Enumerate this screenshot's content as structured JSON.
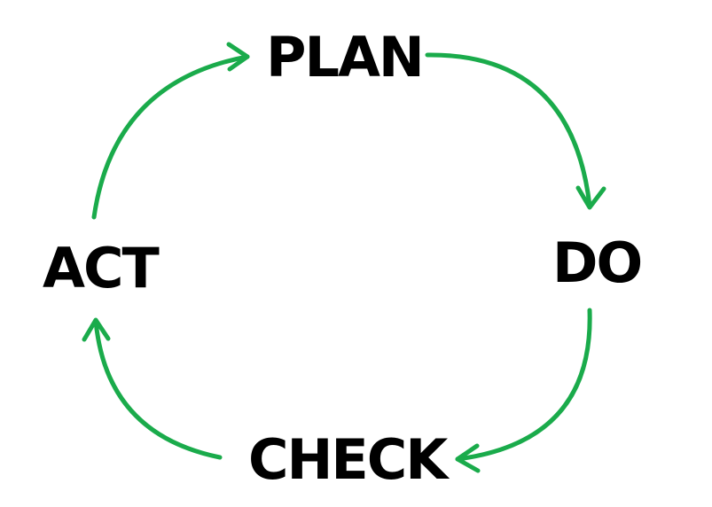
{
  "stages": {
    "plan": "PLAN",
    "do": "DO",
    "check": "CHECK",
    "act": "ACT"
  },
  "colors": {
    "arrow": "#1aab4b",
    "text": "#000000",
    "background": "#ffffff"
  }
}
